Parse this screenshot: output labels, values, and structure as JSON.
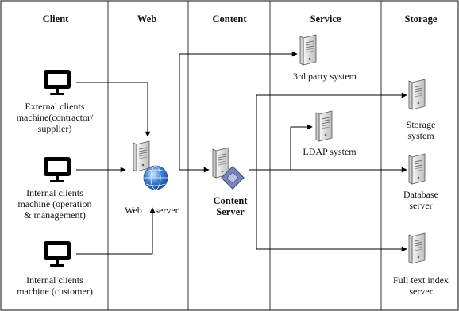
{
  "columns": {
    "client": "Client",
    "web": "Web",
    "content": "Content",
    "service": "Service",
    "storage": "Storage"
  },
  "nodes": {
    "external_clients": "External clients\nmachine(contractor/\nsupplier)",
    "internal_ops": "Internal clients\nmachine (operation\n& management)",
    "internal_customer": "Internal clients\nmachine (customer)",
    "web_server_a": "Web",
    "web_server_b": "server",
    "content_server": "Content\nServer",
    "third_party": "3rd party system",
    "ldap": "LDAP system",
    "storage_system": "Storage\nsystem",
    "database_server": "Database\nserver",
    "fulltext_server": "Full text index\nserver"
  },
  "icons": {
    "client_machine": "monitor-icon",
    "web_server": "web-server-globe-icon",
    "content_server": "content-server-icon",
    "server_tower": "server-tower-icon"
  },
  "colors": {
    "line": "#000000",
    "frame": "#333333",
    "server_body": "#eeeeee",
    "globe": "#3d7fd6"
  }
}
